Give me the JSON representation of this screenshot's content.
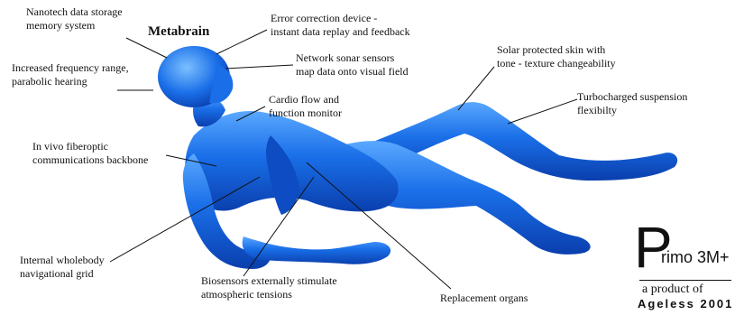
{
  "title": "Metabrain",
  "callouts": {
    "nanotech": "Nanotech data storage\nmemory system",
    "error": "Error correction device -\ninstant data replay and feedback",
    "network": "Network sonar sensors\nmap data onto visual field",
    "frequency": "Increased frequency range,\nparabolic hearing",
    "cardio": "Cardio flow and\nfunction monitor",
    "solar": "Solar protected skin with\ntone - texture changeability",
    "turbo": "Turbocharged suspension\nflexibilty",
    "fiberoptic": "In vivo fiberoptic\ncommunications backbone",
    "grid": "Internal wholebody\nnavigational grid",
    "biosensors": "Biosensors externally stimulate\natmospheric tensions",
    "organs": "Replacement organs"
  },
  "brand": {
    "letter": "P",
    "name": "rimo 3M+",
    "sub": "a product of",
    "org": "Ageless 2001"
  },
  "colors": {
    "body": "#1a6fe8",
    "body_light": "#5aa8ff",
    "body_dark": "#0a3fae",
    "text": "#111111"
  }
}
